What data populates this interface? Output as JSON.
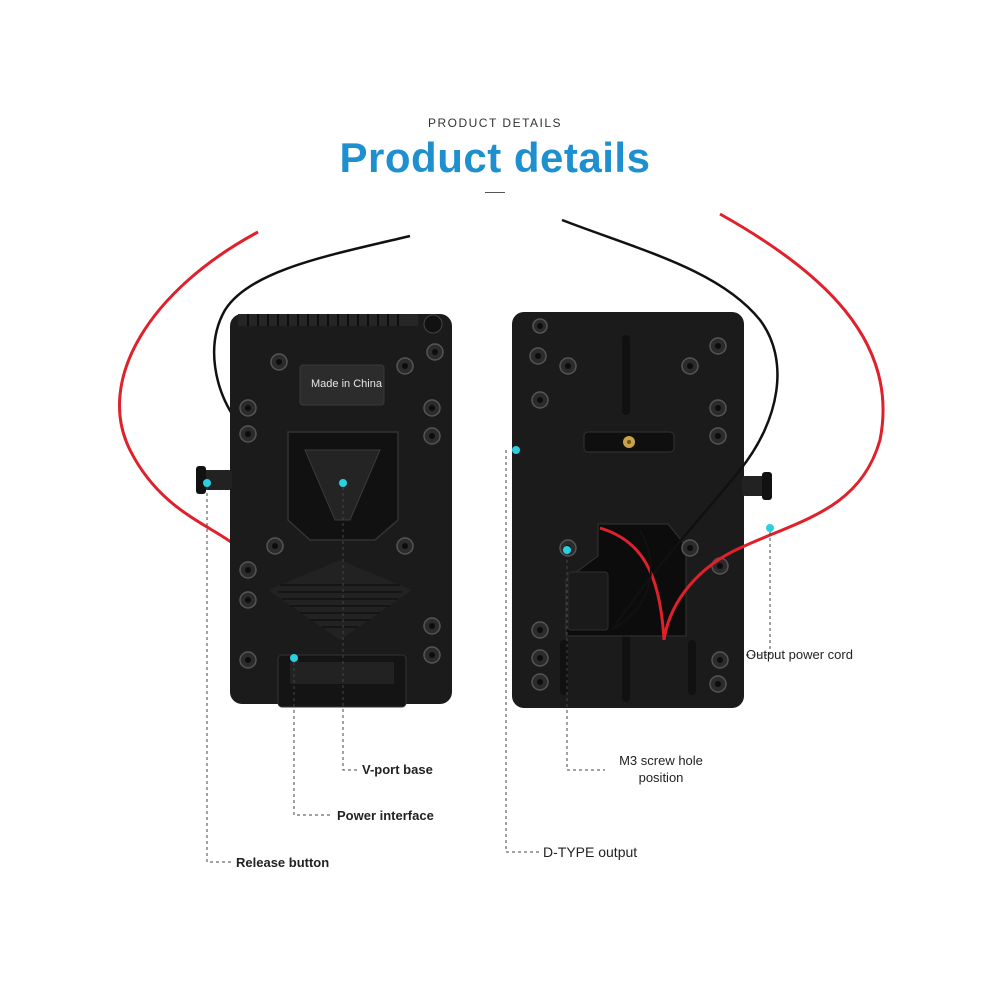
{
  "header": {
    "eyebrow": "PRODUCT DETAILS",
    "title": "Product details"
  },
  "front_plate": {
    "label_text": "Made in China"
  },
  "callouts": {
    "v_port_base": "V-port base",
    "power_interface": "Power interface",
    "release_button": "Release button",
    "d_type_output": "D-TYPE output",
    "m3_screw_hole_line1": "M3 screw hole",
    "m3_screw_hole_line2": "position",
    "output_power_cord": "Output power cord"
  },
  "colors": {
    "title_blue": "#1e8fcf",
    "plate_black": "#1b1b1b",
    "wire_red": "#e0202a",
    "wire_black": "#111111",
    "marker_cyan": "#2ad0e0"
  }
}
